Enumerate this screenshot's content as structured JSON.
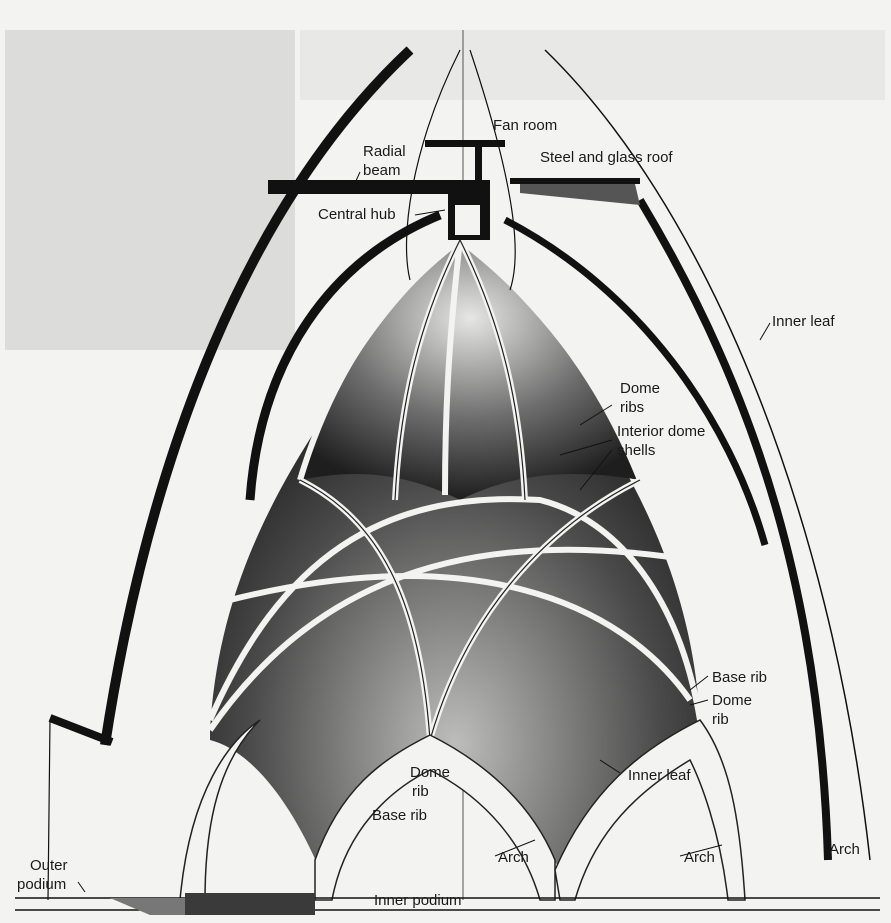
{
  "diagram": {
    "colors": {
      "ink": "#111111",
      "paper": "#f3f3f1",
      "shade": "#3a3a3a"
    },
    "labels": [
      {
        "id": "fan-room",
        "lines": [
          "Fan room"
        ]
      },
      {
        "id": "radial-beam",
        "lines": [
          "Radial",
          "beam"
        ]
      },
      {
        "id": "steel-glass-roof",
        "lines": [
          "Steel and glass roof"
        ]
      },
      {
        "id": "central-hub",
        "lines": [
          "Central hub"
        ]
      },
      {
        "id": "inner-leaf-upper",
        "lines": [
          "Inner leaf"
        ]
      },
      {
        "id": "dome-ribs",
        "lines": [
          "Dome",
          "ribs"
        ]
      },
      {
        "id": "interior-dome-shells",
        "lines": [
          "Interior dome",
          "shells"
        ]
      },
      {
        "id": "base-rib-right",
        "lines": [
          "Base rib"
        ]
      },
      {
        "id": "dome-rib-right",
        "lines": [
          "Dome",
          "rib"
        ]
      },
      {
        "id": "dome-rib-center",
        "lines": [
          "Dome",
          "rib"
        ]
      },
      {
        "id": "base-rib-center",
        "lines": [
          "Base rib"
        ]
      },
      {
        "id": "inner-leaf-lower",
        "lines": [
          "Inner leaf"
        ]
      },
      {
        "id": "arch-center",
        "lines": [
          "Arch"
        ]
      },
      {
        "id": "arch-right",
        "lines": [
          "Arch"
        ]
      },
      {
        "id": "arch-far-right",
        "lines": [
          "Arch"
        ]
      },
      {
        "id": "outer-podium",
        "lines": [
          "Outer",
          "podium"
        ]
      },
      {
        "id": "inner-podium",
        "lines": [
          "Inner podium"
        ]
      }
    ]
  }
}
